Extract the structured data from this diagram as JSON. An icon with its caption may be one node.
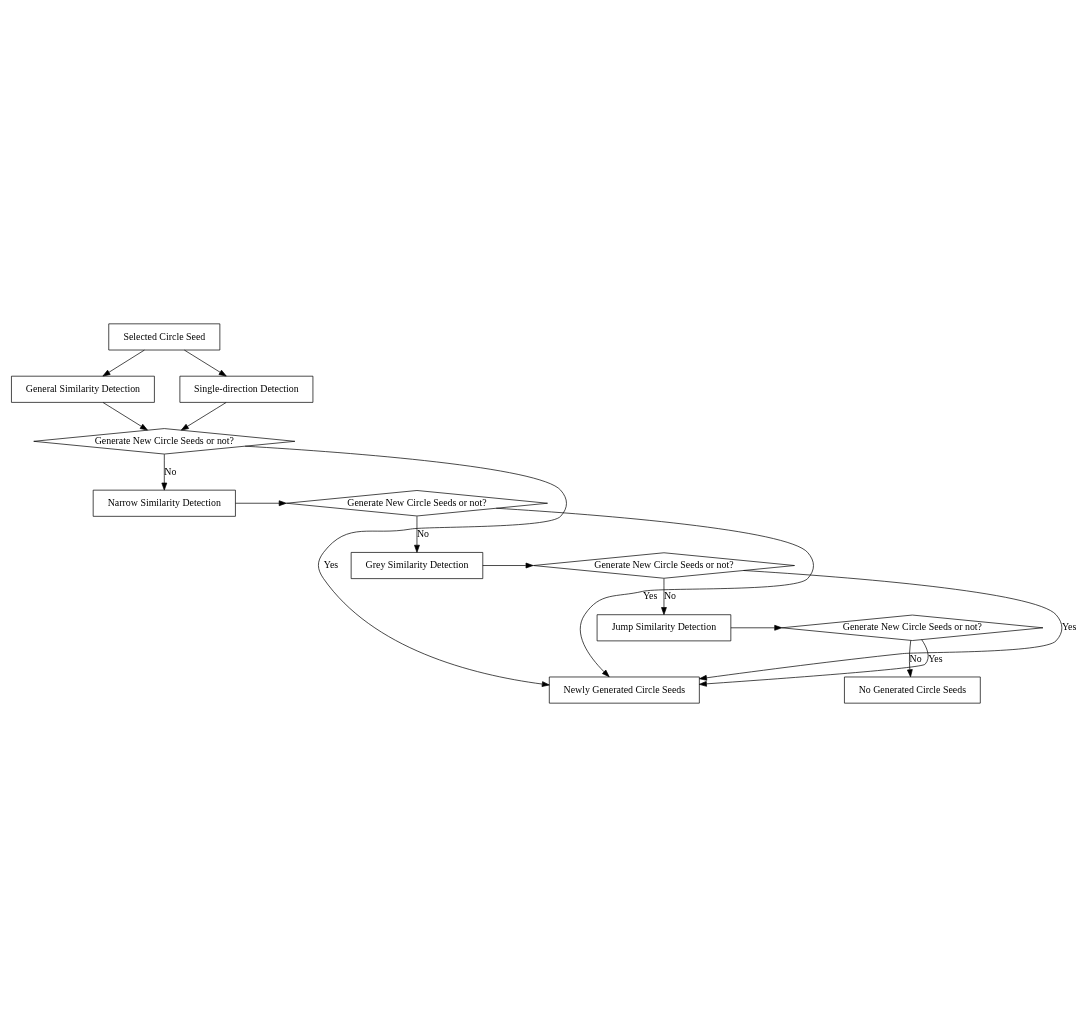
{
  "diagram": {
    "nodes": [
      {
        "text": [
          "Selected Circle Seed"
        ]
      },
      {
        "text": [
          "General Similarity Detection"
        ]
      },
      {
        "text": [
          "Single-direction Detection"
        ]
      },
      {
        "text": [
          "Generate New Circle Seeds or not?"
        ]
      },
      {
        "text": [
          "Narrow Similarity Detection"
        ]
      },
      {
        "text": [
          "Generate New Circle Seeds or not?"
        ]
      },
      {
        "text": [
          "Grey Similarity Detection"
        ]
      },
      {
        "text": [
          "Generate New Circle Seeds or not?"
        ]
      },
      {
        "text": [
          "Jump Similarity Detection"
        ]
      },
      {
        "text": [
          "Generate New Circle Seeds or not?"
        ]
      },
      {
        "text": [
          "No Generated Circle Seeds"
        ]
      },
      {
        "text": [
          "Newly Generated Circle Seeds"
        ]
      }
    ],
    "edges": [
      {
        "from": 0,
        "to": 1,
        "arrow": "to"
      },
      {
        "from": 0,
        "to": 2,
        "arrow": "to"
      },
      {
        "from": 1,
        "to": 3,
        "arrow": "to"
      },
      {
        "from": 2,
        "to": 3,
        "arrow": "to"
      },
      {
        "from": 3,
        "to": 4,
        "arrow": "to",
        "label": "No"
      },
      {
        "from": 4,
        "to": 5,
        "arrow": "to"
      },
      {
        "from": 5,
        "to": 6,
        "arrow": "to",
        "label": "No"
      },
      {
        "from": 6,
        "to": 7,
        "arrow": "to"
      },
      {
        "from": 7,
        "to": 8,
        "arrow": "to",
        "label": "No"
      },
      {
        "from": 8,
        "to": 9,
        "arrow": "to"
      },
      {
        "from": 9,
        "to": 10,
        "arrow": "to",
        "label": "No"
      },
      {
        "from": 3,
        "to": 11,
        "arrow": "to",
        "label": "Yes"
      },
      {
        "from": 5,
        "to": 11,
        "arrow": "to",
        "label": "Yes"
      },
      {
        "from": 7,
        "to": 11,
        "arrow": "to",
        "label": "Yes"
      },
      {
        "from": 9,
        "to": 11,
        "arrow": "to",
        "label": "Yes"
      }
    ]
  }
}
